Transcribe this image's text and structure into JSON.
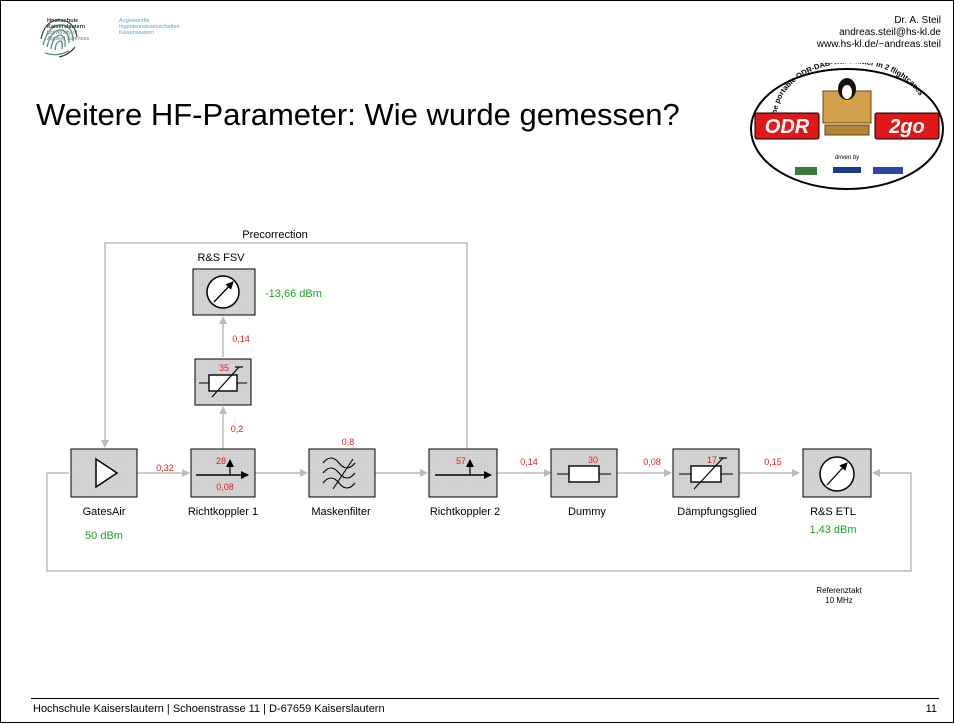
{
  "header": {
    "author": "Dr. A. Steil",
    "email": "andreas.steil@hs-kl.de",
    "website": "www.hs-kl.de/~andreas.steil",
    "logo_line1": "Hochschule",
    "logo_line2": "Kaiserslautern",
    "logo_line3": "University of",
    "logo_line4": "Applied Sciences",
    "logo_aw1": "Angewandte",
    "logo_aw2": "Ingenieurwissenschaften",
    "logo_aw3": "Kaiserslautern"
  },
  "title": "Weitere HF-Parameter: Wie wurde gemessen?",
  "badge": {
    "brand_left": "ODR",
    "brand_right": "2go",
    "arc_text": "The portable ODR-DAB-Transmitter in 2 flightcases",
    "driven_by": "driven by"
  },
  "diagram": {
    "blocks": {
      "gatesair": "GatesAir",
      "richtkoppler1": "Richtkoppler 1",
      "maskenfilter": "Maskenfilter",
      "richtkoppler2": "Richtkoppler 2",
      "dummy": "Dummy",
      "daempfungsglied": "Dämpfungsglied",
      "rs_etl": "R&S ETL",
      "rs_fsv": "R&S FSV"
    },
    "block_values": {
      "gatesair_power": "50 dBm",
      "etl_power": "1,43 dBm",
      "fsv_power": "-13,66 dBm",
      "rk1_coupling": "28",
      "rk1_loss": "0,08",
      "rk2_coupling": "57",
      "dummy_value": "30",
      "daempfung_value": "17",
      "fsv_atten": "35"
    },
    "link_losses": {
      "gates_rk1": "0,32",
      "maskenfilter": "0,8",
      "rk2_dummy": "0,14",
      "dummy_daempf": "0,08",
      "daempf_etl": "0,15",
      "rk1_att": "0,2",
      "att_fsv": "0,14"
    },
    "labels": {
      "precorrection": "Precorrection",
      "referenztakt": "Referenztakt",
      "referenztakt_freq": "10 MHz"
    },
    "colors": {
      "loss_red": "#e8201a",
      "power_green": "#1ea51e",
      "block_fill": "#d8d8d8"
    }
  },
  "footer": {
    "address": "Hochschule Kaiserslautern | Schoenstrasse 11 | D-67659 Kaiserslautern",
    "page": "11"
  }
}
